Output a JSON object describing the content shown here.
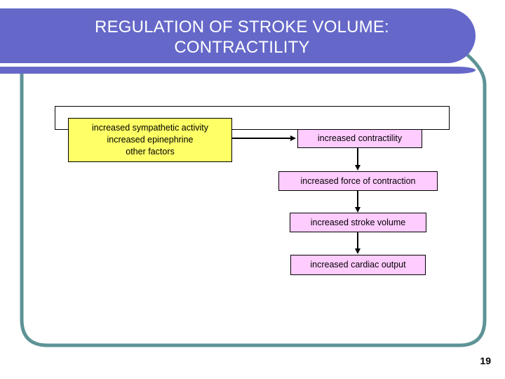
{
  "slide": {
    "title": "REGULATION OF STROKE VOLUME:\nCONTRACTILITY",
    "page_number": "19",
    "colors": {
      "banner": "#6568C8",
      "frame": "#5e9397",
      "source_box": "#FFFF66",
      "effect_box": "#FFCCFF",
      "outline": "#000000",
      "title_text": "#FFFFFF"
    }
  },
  "diagram": {
    "type": "flowchart",
    "nodes": [
      {
        "id": "stimuli",
        "label": "increased sympathetic activity\nincreased epinephrine\nother factors",
        "fill": "#FFFF66"
      },
      {
        "id": "contractility",
        "label": "increased contractility",
        "fill": "#FFCCFF"
      },
      {
        "id": "force",
        "label": "increased force of contraction",
        "fill": "#FFCCFF"
      },
      {
        "id": "stroke-volume",
        "label": "increased stroke volume",
        "fill": "#FFCCFF"
      },
      {
        "id": "cardiac-output",
        "label": "increased cardiac output",
        "fill": "#FFCCFF"
      }
    ],
    "edges": [
      {
        "from": "stimuli",
        "to": "contractility",
        "direction": "right"
      },
      {
        "from": "contractility",
        "to": "force",
        "direction": "down"
      },
      {
        "from": "force",
        "to": "stroke-volume",
        "direction": "down"
      },
      {
        "from": "stroke-volume",
        "to": "cardiac-output",
        "direction": "down"
      }
    ]
  }
}
